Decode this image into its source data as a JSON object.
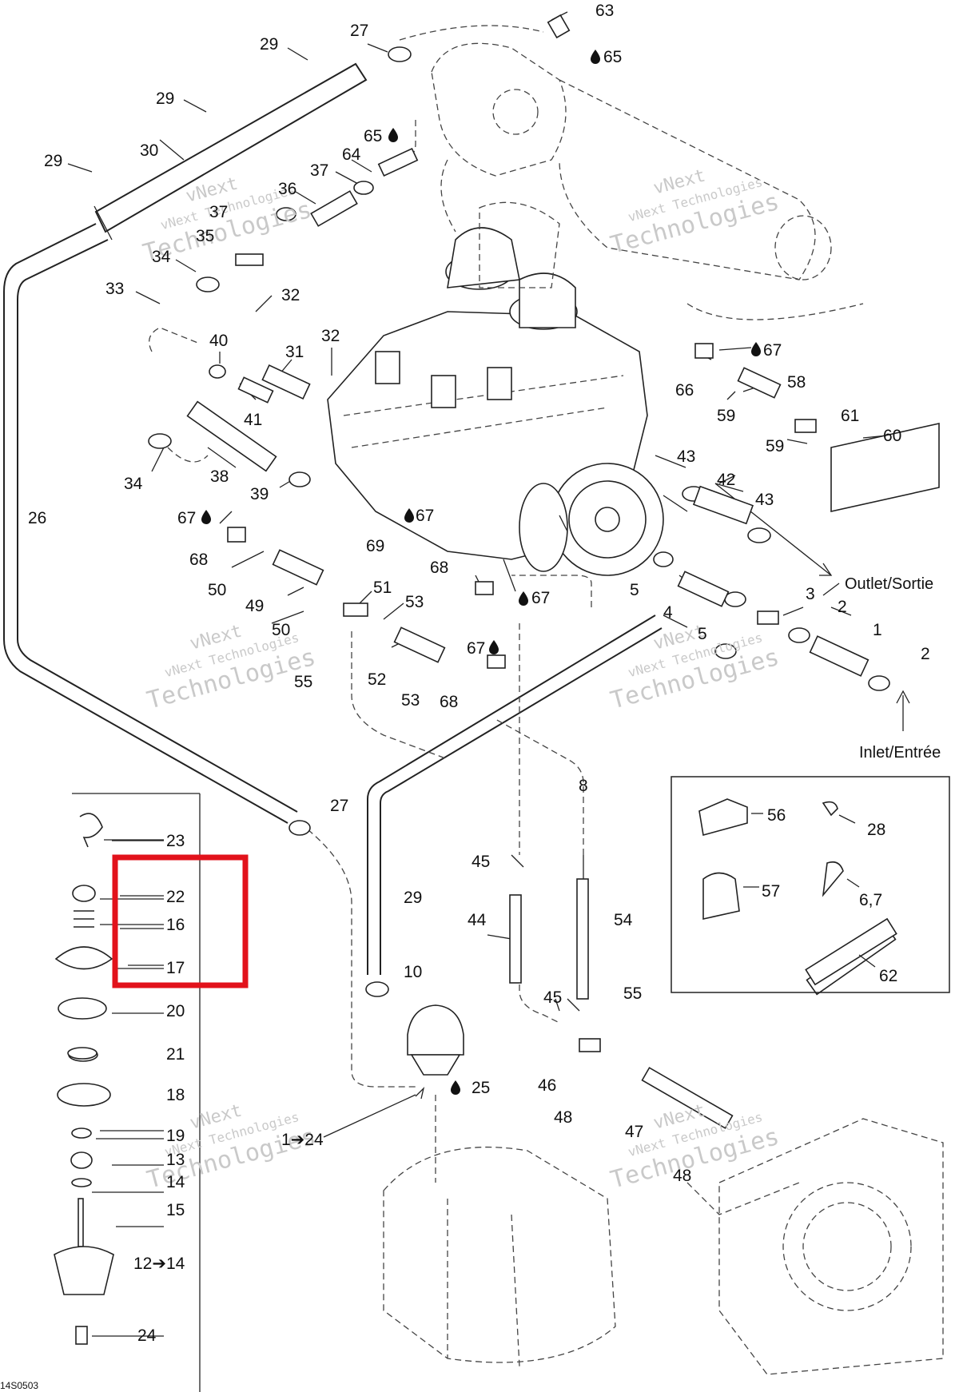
{
  "diagram": {
    "drawing_code": "14S0503",
    "callouts": {
      "c1": "1",
      "c2a": "2",
      "c2b": "2",
      "c3": "3",
      "c4": "4",
      "c5a": "5",
      "c5b": "5",
      "c6_7": "6,7",
      "c8": "8",
      "c10": "10",
      "c12_14": "12➔14",
      "c13": "13",
      "c14": "14",
      "c15": "15",
      "c16": "16",
      "c17": "17",
      "c18": "18",
      "c19": "19",
      "c20": "20",
      "c21": "21",
      "c22": "22",
      "c23": "23",
      "c24": "24",
      "c1_24": "1➔24",
      "c25": "25",
      "c26": "26",
      "c27a": "27",
      "c27b": "27",
      "c28": "28",
      "c29a": "29",
      "c29b": "29",
      "c29c": "29",
      "c29d": "29",
      "c30": "30",
      "c31": "31",
      "c32a": "32",
      "c32b": "32",
      "c33": "33",
      "c34a": "34",
      "c34b": "34",
      "c35": "35",
      "c36": "36",
      "c37a": "37",
      "c37b": "37",
      "c38": "38",
      "c39": "39",
      "c40": "40",
      "c41": "41",
      "c42": "42",
      "c43a": "43",
      "c43b": "43",
      "c44": "44",
      "c45a": "45",
      "c45b": "45",
      "c46": "46",
      "c47": "47",
      "c48a": "48",
      "c48b": "48",
      "c49": "49",
      "c50a": "50",
      "c50b": "50",
      "c51": "51",
      "c52": "52",
      "c53a": "53",
      "c53b": "53",
      "c54": "54",
      "c55a": "55",
      "c55b": "55",
      "c56": "56",
      "c57": "57",
      "c58": "58",
      "c59a": "59",
      "c59b": "59",
      "c60": "60",
      "c61": "61",
      "c62": "62",
      "c63": "63",
      "c64": "64",
      "c65a": "65",
      "c65b": "65",
      "c66": "66",
      "c67a": "67",
      "c67b": "67",
      "c67c": "67",
      "c67d": "67",
      "c67e": "67",
      "c68a": "68",
      "c68b": "68",
      "c68c": "68",
      "c69": "69"
    },
    "flow_labels": {
      "outlet": "Outlet/Sortie",
      "inlet": "Inlet/Entrée"
    },
    "watermark": {
      "line1": "vNext",
      "line2": "vNext Technologies",
      "line3": "Technologies"
    }
  }
}
